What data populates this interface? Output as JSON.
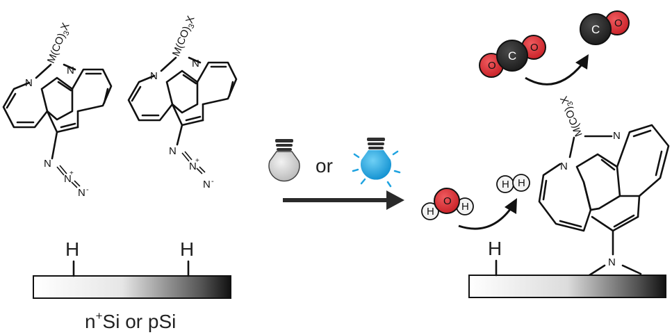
{
  "labels": {
    "metal_complex": "M(CO)",
    "metal_sub": "3",
    "metal_x": "X",
    "nitrogen": "N",
    "azide_n1": "N",
    "azide_n2": "N",
    "azide_n3": "N",
    "plus": "+",
    "minus": "-",
    "hydrogen": "H",
    "light_connector": "or",
    "substrate_prefix": "n",
    "substrate_sup": "+",
    "substrate_suffix": "Si or pSi",
    "oxygen": "O",
    "carbon": "C"
  },
  "colors": {
    "oxygen_red": "#d72a2f",
    "carbon_dark": "#2b2b2b",
    "bulb_blue": "#1fa3e0",
    "bulb_grey": "#cfcfcf",
    "arrow": "#2a2a2a"
  },
  "icons": {
    "bulb_off": "light-bulb-off-icon",
    "bulb_on": "light-bulb-on-icon"
  }
}
